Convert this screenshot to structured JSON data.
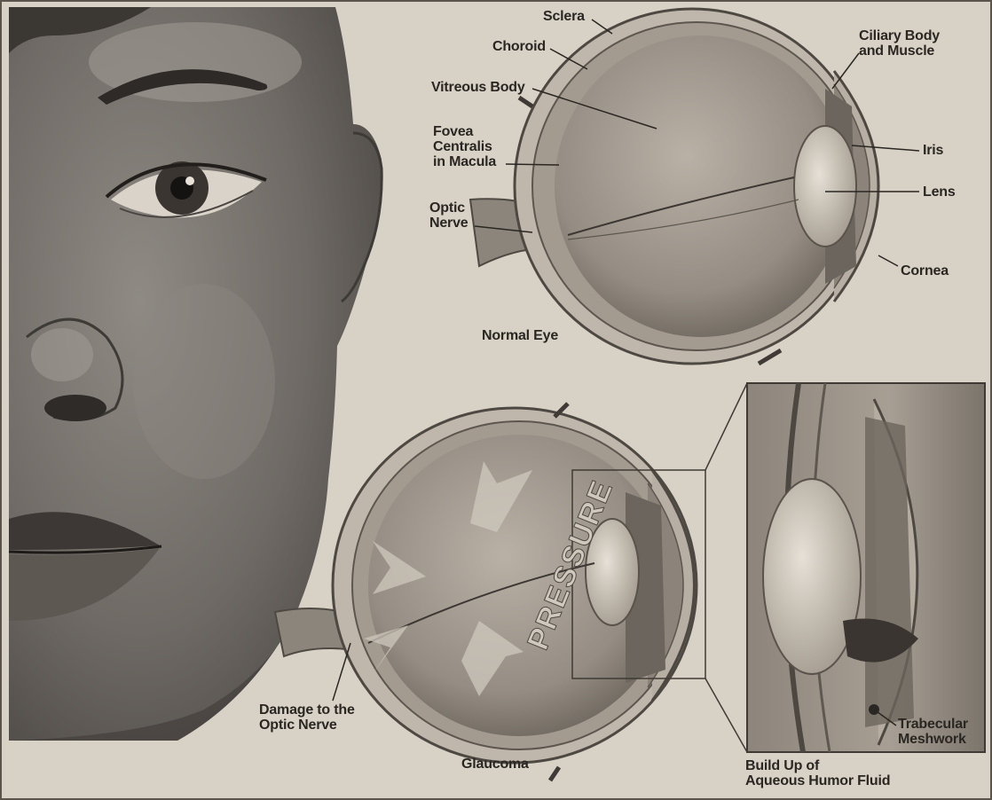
{
  "normal_eye": {
    "labels": {
      "sclera": "Sclera",
      "choroid": "Choroid",
      "vitreous_body": "Vitreous Body",
      "fovea": "Fovea\nCentralis\nin Macula",
      "optic_nerve": "Optic\nNerve",
      "ciliary_body": "Ciliary Body\nand Muscle",
      "iris": "Iris",
      "lens": "Lens",
      "cornea": "Cornea"
    },
    "caption": "Normal Eye"
  },
  "glaucoma_eye": {
    "pressure_text": "PRESSURE",
    "damage_label": "Damage to the\nOptic Nerve",
    "caption": "Glaucoma"
  },
  "detail_inset": {
    "trabecular_label": "Trabecular\nMeshwork",
    "caption": "Build Up of\nAqueous Humor Fluid"
  },
  "colors": {
    "paper": "#d8d1c5",
    "ink": "#2a2622"
  }
}
